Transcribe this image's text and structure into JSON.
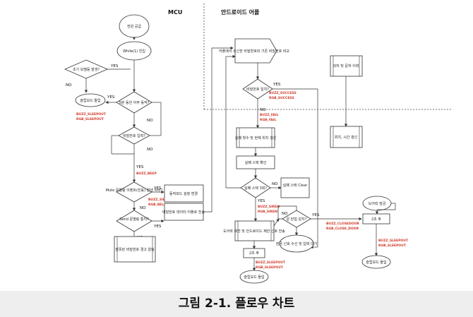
{
  "figure": {
    "caption": "그림 2-1. 플로우 차트",
    "columns": {
      "mcu": "MCU",
      "android": "안드로이드 어플"
    }
  },
  "mcu": {
    "start": "전원 공급",
    "while": "While(1) 진입",
    "check_initial": "초기 모델등 발생?",
    "sleep_mode": "슬립모드 돌입",
    "sleep_codes": [
      "BUZZ_SLEEPOUT",
      "RGB_SLEEPOUT"
    ],
    "timeout_check": "5분 동안 아무 동작?",
    "pw_check": "비밀번호 입력?",
    "beep_code": "BUZZ_BEEP",
    "mute_check": "Mute 문열림 이벤트(진동) 발생 여부?",
    "mute_codes": [
      "BUZZ_SILENCE",
      "RGB_BELLIM"
    ],
    "set_sleep": "동작모드 설정 변경",
    "send_check": "Send 문열림 통지?",
    "send_app": "비밀번호 데이터 어플로 전송",
    "intrusion": "잘못된 비밀번호 경고 알림",
    "yes": "YES",
    "no": "NO"
  },
  "android": {
    "receive": "어플에서 수신한 비밀번호와 기존 비밀번호 비교",
    "pw_match": "비밀번호 일치?",
    "success_codes": [
      "BUZZ_SUCCESS",
      "RGB_SUCCESS"
    ],
    "fail_codes": [
      "BUZZ_FAIL",
      "RGB_FAIL"
    ],
    "fail_count": "실패 횟수 및 현재 위치 갱신",
    "fail_check": "실패 스택 확인",
    "fail_3": "실패 스택 3회?",
    "clear": "실패 스택 Clear",
    "siren_codes": [
      "BUZZ_SIREN",
      "RGB_SIREN"
    ],
    "siren": "도어락 제한 및 안드로이드 제한 신호 전송",
    "close_check": "문 닫힘 감지?",
    "return_main": "잠금 신호 수신 및 입력 대기",
    "wait_2s": "2초 후",
    "sleep_codes": [
      "BUZZ_SLEEPOUT",
      "RGB_SLEEPOUT"
    ],
    "sleep": "슬립모드 돌입",
    "user_log": "외자 및 문자 이력",
    "location": "위치, 시간 갱신",
    "door_open": "도어락 잠금",
    "close_codes": [
      "BUZZ_CLOSEDOOR",
      "RGB_CLOSE_DOOR"
    ],
    "wait_2s_b": "2초 후",
    "sleep_codes_b": [
      "BUZZ_SLEEPOUT",
      "RGB_SLEEPOUT"
    ],
    "sleep_b": "슬립모드 돌입"
  }
}
